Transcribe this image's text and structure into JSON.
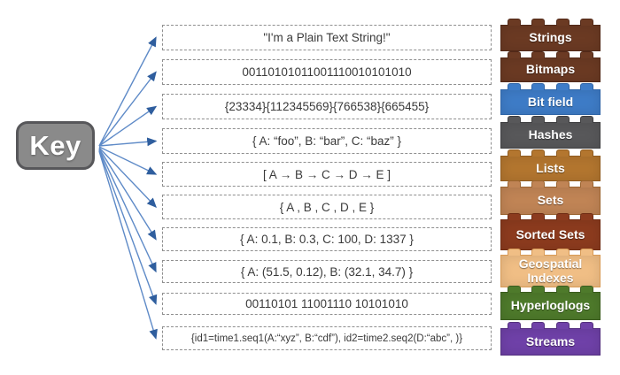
{
  "key": {
    "label": "Key"
  },
  "rows": [
    {
      "name": "strings",
      "value": "\"I'm a Plain Text String!\""
    },
    {
      "name": "bitmaps",
      "value": "00110101011001110010101010"
    },
    {
      "name": "bit-field",
      "value": "{23334}{112345569}{766538}{665455}"
    },
    {
      "name": "hashes",
      "value": "{ A: “foo”, B: “bar”, C: “baz”  }"
    },
    {
      "name": "lists",
      "value": "[ A → B → C → D → E ]"
    },
    {
      "name": "sets",
      "value": "{ A , B , C , D , E }"
    },
    {
      "name": "sorted-sets",
      "value": "{ A: 0.1, B: 0.3, C: 100, D: 1337 }"
    },
    {
      "name": "geospatial",
      "value": "{ A: (51.5, 0.12), B: (32.1, 34.7)  }"
    },
    {
      "name": "hyperloglogs",
      "value": "00110101 11001110 10101010"
    },
    {
      "name": "streams",
      "value": "{id1=time1.seq1(A:“xyz”, B:“cdf”), id2=time2.seq2(D:“abc”, )}"
    }
  ],
  "types": [
    {
      "label": "Strings",
      "color": "#6B3A23",
      "border": "#512918"
    },
    {
      "label": "Bitmaps",
      "color": "#6B3A23",
      "border": "#512918"
    },
    {
      "label": "Bit field",
      "color": "#3E7CC7",
      "border": "#2E64A6"
    },
    {
      "label": "Hashes",
      "color": "#58585A",
      "border": "#3F3F41"
    },
    {
      "label": "Lists",
      "color": "#B3762F",
      "border": "#8F5A1E"
    },
    {
      "label": "Sets",
      "color": "#C08455",
      "border": "#9A6430"
    },
    {
      "label": "Sorted Sets",
      "color": "#8C3B1E",
      "border": "#6E2B12"
    },
    {
      "label": "Geospatial Indexes",
      "color": "#F0BE85",
      "border": "#D89A55"
    },
    {
      "label": "Hyperloglogs",
      "color": "#4E7A2B",
      "border": "#3A5C1E"
    },
    {
      "label": "Streams",
      "color": "#6F41A8",
      "border": "#54307F"
    }
  ],
  "arrow": {
    "line_color": "#5E8AC7",
    "head_color": "#2F5E9E"
  }
}
